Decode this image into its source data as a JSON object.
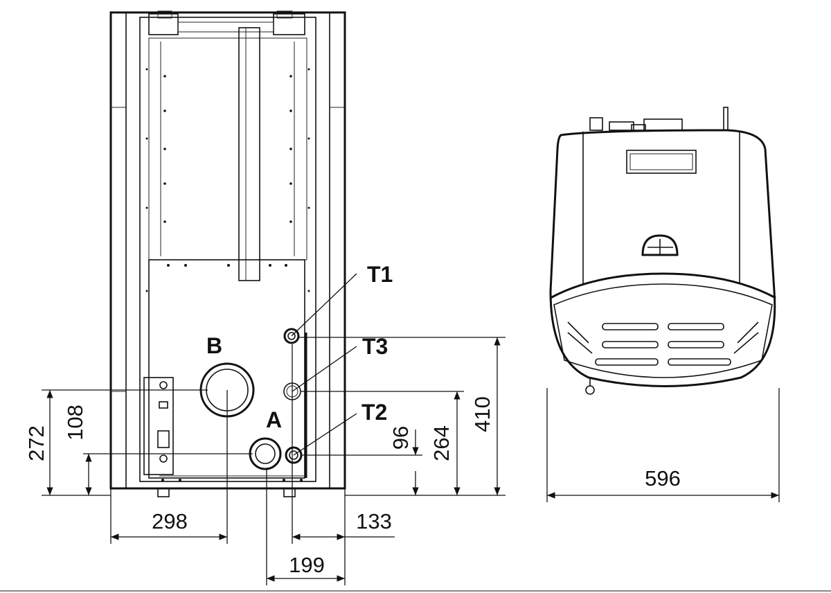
{
  "connection_labels": {
    "t1": "T1",
    "t3": "T3",
    "t2": "T2",
    "b": "B",
    "a": "A"
  },
  "dimensions": {
    "height_b": "272",
    "height_a": "108",
    "height_t2": "96",
    "height_t3": "264",
    "height_t1": "410",
    "width_b": "298",
    "width_t": "133",
    "width_a": "199",
    "total_width": "596"
  }
}
